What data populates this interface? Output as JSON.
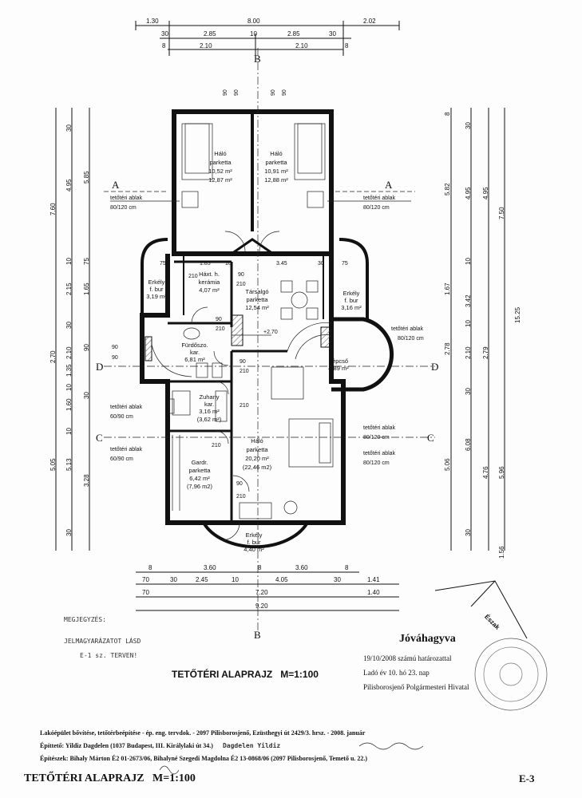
{
  "plan": {
    "title": "TETŐTÉRI ALAPRAJZ",
    "scale": "M=1:100",
    "sheet_number": "E-3"
  },
  "dimensions": {
    "top": [
      "1.30",
      "8.00",
      "2.02",
      "30",
      "2.85",
      "10",
      "2.85",
      "30",
      "8",
      "2.10",
      "2.10",
      "8"
    ],
    "bottom": [
      "8",
      "3.60",
      "8",
      "3.60",
      "8",
      "70",
      "30",
      "2.45",
      "10",
      "4.05",
      "30",
      "1.41",
      "70",
      "7.20",
      "1.40",
      "9.20"
    ],
    "left": [
      "30",
      "4.95",
      "5.85",
      "7.60",
      "75",
      "10",
      "2.15",
      "1.65",
      "30",
      "2.70",
      "2.10",
      "90",
      "1.35",
      "10",
      "1.60",
      "30",
      "10",
      "5.05",
      "5.13",
      "3.28",
      "30"
    ],
    "right": [
      "8",
      "30",
      "5.82",
      "4.95",
      "4.95",
      "7.50",
      "10",
      "1.67",
      "3.42",
      "10",
      "2.78",
      "2.10",
      "2.79",
      "15.25",
      "30",
      "6.08",
      "4.76",
      "5.96",
      "5.06",
      "30",
      "1.56"
    ]
  },
  "rooms": {
    "halo1": [
      "Háló",
      "parketta",
      "10,52 m²",
      "12,87 m²"
    ],
    "halo2": [
      "Háló",
      "parketta",
      "10,91 m²",
      "12,88 m²"
    ],
    "haztart": [
      "Háxt. h.",
      "kerámia",
      "4,07 m²"
    ],
    "tarsalgo": [
      "Társalgó",
      "parketta",
      "12,54 m²"
    ],
    "erkely_left": [
      "Erkély",
      "f. bur",
      "3,19 m²"
    ],
    "erkely_right": [
      "Erkély",
      "f. bur",
      "3,16 m²"
    ],
    "furdo": [
      "Fürdőszo.",
      "kar.",
      "6,81 m²"
    ],
    "lepcso": [
      "Lépcső",
      "4,89 m²"
    ],
    "wc": [
      "Zuhany",
      "kar.",
      "3,16 m²",
      "(3,62 m²)"
    ],
    "halo3": [
      "Háló",
      "parketta",
      "20,20 m²",
      "(22,46 m2)"
    ],
    "gardrob": [
      "Gardr.",
      "parketta",
      "6,42 m²",
      "(7,96 m2)"
    ],
    "erkely_bottom": [
      "Erkély",
      "f. bur",
      "4,40 m²"
    ]
  },
  "window_labels": {
    "nw": [
      "tetőtéri ablak",
      "80/120 cm"
    ],
    "ne": [
      "tetőtéri ablak",
      "80/120 cm"
    ],
    "east_stair": [
      "tetőtéri ablak",
      "80/120 cm"
    ],
    "w1": [
      "tetőtéri ablak",
      "60/90 cm"
    ],
    "w2": [
      "tetőtéri ablak",
      "60/90 cm"
    ],
    "e1": [
      "tetőtéri ablak",
      "80/120 cm"
    ],
    "e2": [
      "tetőtéri ablak",
      "80/120 cm"
    ]
  },
  "interior_dims": [
    "90",
    "90",
    "90",
    "90",
    "75",
    "1.85",
    "10",
    "3.45",
    "30",
    "75",
    "210",
    "90",
    "210",
    "90",
    "210",
    "+2.70",
    "90",
    "90",
    "90",
    "210",
    "210",
    "210",
    "90",
    "210"
  ],
  "section_marks": [
    "A",
    "A",
    "B",
    "B",
    "C",
    "C",
    "D",
    "D"
  ],
  "handwritten_note": [
    "MEGJEGYZÉS:",
    "JELMAGYARÁZATOT LÁSD",
    "E-1 sz. TERVEN!"
  ],
  "approval": {
    "title": "Jóváhagyva",
    "line1": "19/10/2008 számú határozattal",
    "line2": "Ladó év 10. hó 23. nap",
    "line3": "Pilisborosjenő Polgármesteri Hivatal"
  },
  "north": "Észak",
  "footer": {
    "line1": "Lakóépület bővítése, tetőtérbeépítése - ép. eng. tervdok. - 2097 Pilisborosjenő, Ezüsthegyi út 2429/3. hrsz. - 2008. január",
    "line2_label": "Építtető: Yildiz Dagdelen (1037 Budapest, III. Királylaki út 34.)",
    "line2_sign": "Dagdelen Yildiz",
    "line3": "Építészek: Bihaly Márton É2 01-2673/06, Bihalyné Szegedi Magdolna É2 13-0868/06 (2097 Pilisborosjenő, Temető u. 22.)"
  }
}
